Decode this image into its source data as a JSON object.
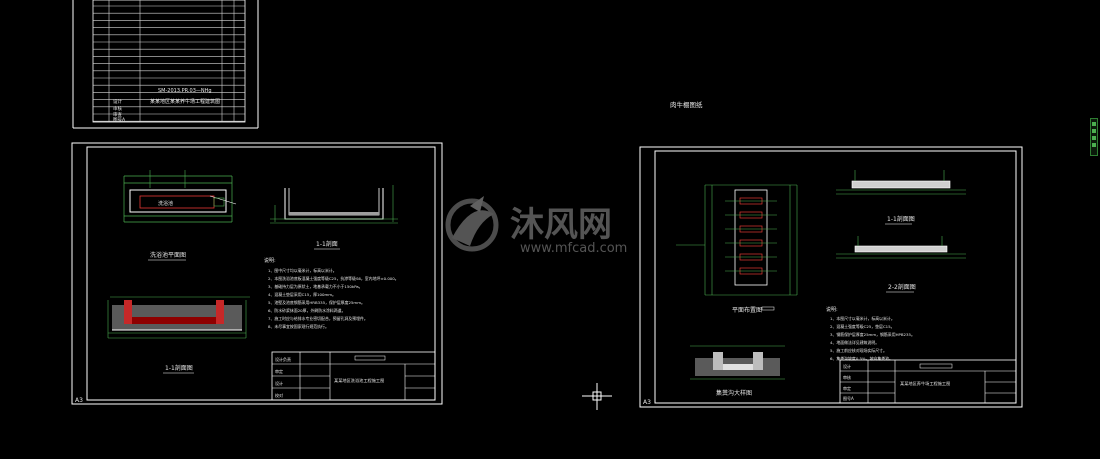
{
  "model_space_label": "肉牛棚图纸",
  "sheet_size_label": "A3",
  "watermark": {
    "brand": "沐风网",
    "url": "www.mfcad.com"
  },
  "top_sheet": {
    "drawing_number": "SM-2013.PR.03—NHg",
    "project_title": "某某地区某某养牛场工程建筑图",
    "side_rows": [
      "设计",
      "审核",
      "审查",
      "图号A"
    ]
  },
  "left_sheet": {
    "views": {
      "plan": "洗浴池平面图",
      "section_1": "1-1剖面",
      "section_2": "1-1剖面图",
      "pool_label": "洗浴池"
    },
    "notes_title": "说明:",
    "notes": [
      "1、图中尺寸均以毫米计，标高以米计。",
      "2、本图洗浴池底板混凝土强度等级C25，抗渗等级S6，室内地坪±0.000。",
      "3、基础持力层为原状土，地基承载力不小于150kPa。",
      "4、混凝土垫层采用C15，厚100mm。",
      "5、池壁及池底钢筋采用HRB335，保护层厚度25mm。",
      "6、防水砂浆抹面20厚，外刷防水涂料两道。",
      "7、施工时应与给排水专业密切配合，预留孔洞及预埋件。",
      "8、未尽事宜按国家现行规范执行。"
    ],
    "title_block": {
      "project": "某某地区洗浴池工程施工图",
      "rows": [
        "设计负责",
        "审定",
        "设计",
        "校对"
      ]
    }
  },
  "right_sheet": {
    "views": {
      "plan": "平面布置图",
      "section_1": "1-1剖面图",
      "section_2": "2-2剖面图",
      "detail": "集粪沟大样图"
    },
    "notes_title": "说明:",
    "notes": [
      "1、本图尺寸以毫米计，标高以米计。",
      "2、混凝土强度等级C25，垫层C15。",
      "3、钢筋保护层厚度25mm，钢筋采用HPB235。",
      "4、地面做法详见建筑说明。",
      "5、施工前应核对现场实际尺寸。",
      "6、集粪沟坡度0.5%，坡向集粪池。"
    ],
    "title_block": {
      "project": "某某地区养牛场工程施工图",
      "rows": [
        "设计",
        "审核",
        "审定",
        "图号A"
      ]
    }
  }
}
